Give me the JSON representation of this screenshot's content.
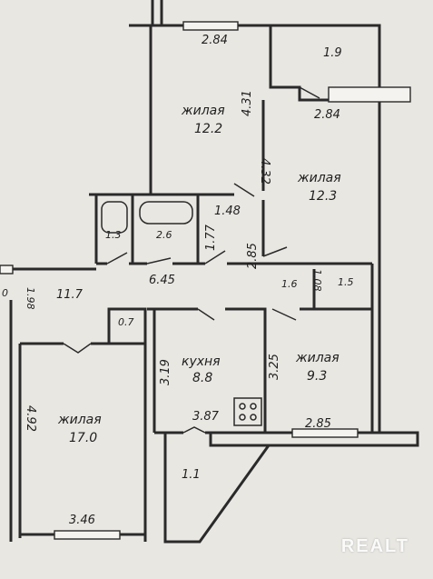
{
  "rooms": {
    "living_top": {
      "name": "жилая",
      "area": "12.2"
    },
    "balcony": {
      "area": "1.9"
    },
    "living_right": {
      "name": "жилая",
      "area": "12.3"
    },
    "toilet": {
      "area": "1.3"
    },
    "bath": {
      "area": "2.6"
    },
    "corridor": {
      "area": "6.45"
    },
    "hall": {
      "area": "11.7"
    },
    "closet_small": {
      "area": "0.7"
    },
    "closet_right": {
      "area": "1.6"
    },
    "closet_right2": {
      "area": "1.5"
    },
    "kitchen": {
      "name": "кухня",
      "area": "8.8"
    },
    "living_mid": {
      "name": "жилая",
      "area": "9.3"
    },
    "living_big": {
      "name": "жилая",
      "area": "17.0"
    },
    "loggia": {
      "area": "1.1"
    }
  },
  "dimensions": {
    "top_width": "2.84",
    "living_top_height": "4.31",
    "balcony_width": "2.84",
    "living_right_height": "4.32",
    "corridor_width": "1.48",
    "corridor_height": "1.77",
    "living_right_width": "2.85",
    "closet_right_depth": "1.08",
    "hall_left": "1.98",
    "kitchen_height": "3.19",
    "living_mid_height": "3.25",
    "kitchen_width": "3.87",
    "living_mid_width": "2.85",
    "living_big_height": "4.92",
    "living_big_width": "3.46",
    "left_edge_mark": "0"
  },
  "watermark": "REALT"
}
